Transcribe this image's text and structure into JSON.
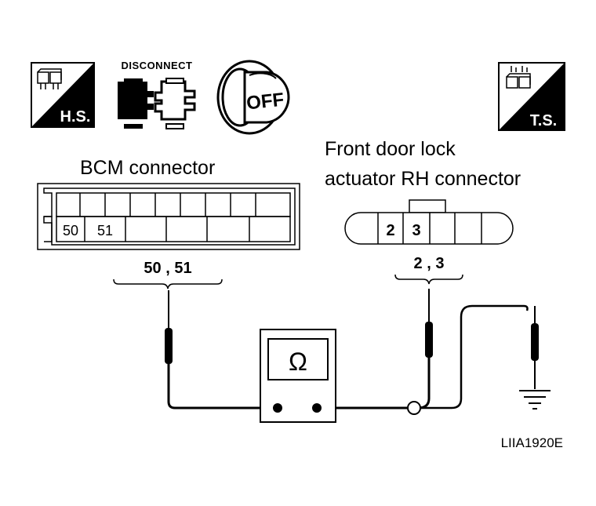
{
  "icons": {
    "harness_side": {
      "name": "harness-side-icon",
      "label": "H.S."
    },
    "disconnect": {
      "name": "disconnect-connector-icon",
      "label": "DISCONNECT"
    },
    "ignition_off": {
      "name": "ignition-key-off-icon",
      "label": "OFF"
    },
    "terminal_side": {
      "name": "terminal-side-icon",
      "label": "T.S."
    }
  },
  "bcm_connector": {
    "title": "BCM connector",
    "pins": [
      "50",
      "51"
    ],
    "probe_label": "50 , 51"
  },
  "door_connector": {
    "title_line1": "Front door lock",
    "title_line2": "actuator RH connector",
    "pins": [
      "2",
      "3"
    ],
    "probe_label": "2 , 3"
  },
  "meter": {
    "symbol": "Ω",
    "icon": "ohmmeter-icon"
  },
  "ground": {
    "icon": "ground-icon"
  },
  "figure_id": "LIIA1920E",
  "colors": {
    "line": "#000000",
    "background": "#ffffff"
  }
}
